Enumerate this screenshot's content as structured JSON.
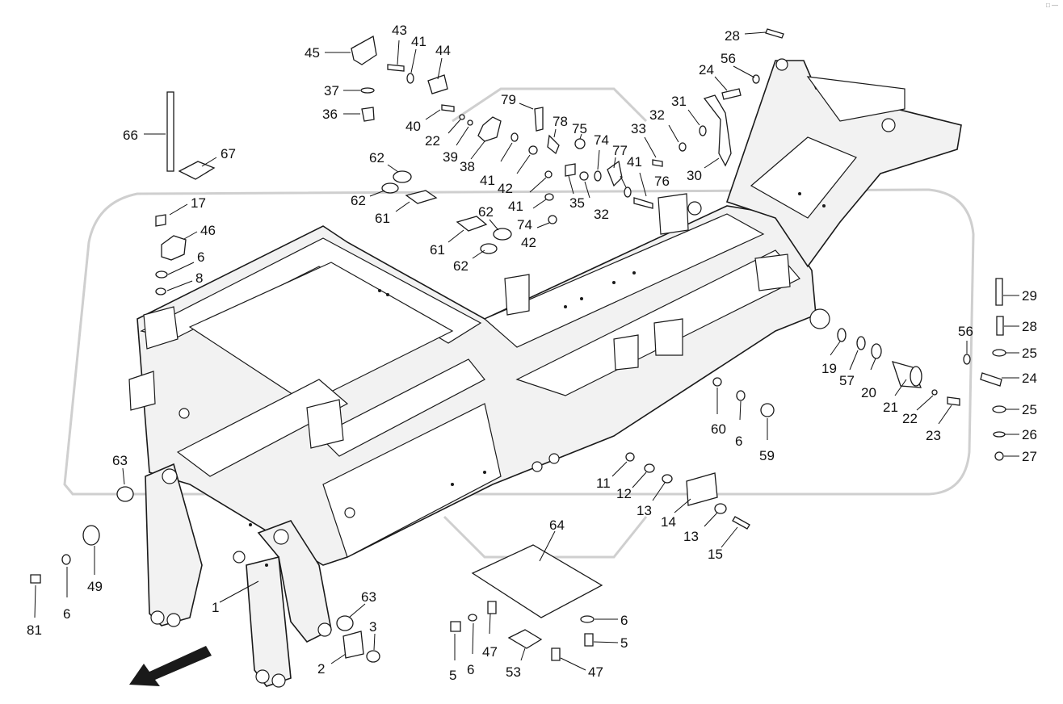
{
  "corner_mark": "□ —",
  "diagram": {
    "callouts": [
      {
        "id": "1",
        "label": "1"
      },
      {
        "id": "2",
        "label": "2"
      },
      {
        "id": "3",
        "label": "3"
      },
      {
        "id": "5a",
        "label": "5"
      },
      {
        "id": "5b",
        "label": "5"
      },
      {
        "id": "6a",
        "label": "6"
      },
      {
        "id": "6b",
        "label": "6"
      },
      {
        "id": "6c",
        "label": "6"
      },
      {
        "id": "6d",
        "label": "6"
      },
      {
        "id": "6e",
        "label": "6"
      },
      {
        "id": "8",
        "label": "8"
      },
      {
        "id": "11",
        "label": "11"
      },
      {
        "id": "12",
        "label": "12"
      },
      {
        "id": "13a",
        "label": "13"
      },
      {
        "id": "13b",
        "label": "13"
      },
      {
        "id": "14",
        "label": "14"
      },
      {
        "id": "15",
        "label": "15"
      },
      {
        "id": "17",
        "label": "17"
      },
      {
        "id": "19",
        "label": "19"
      },
      {
        "id": "20",
        "label": "20"
      },
      {
        "id": "21",
        "label": "21"
      },
      {
        "id": "22a",
        "label": "22"
      },
      {
        "id": "22b",
        "label": "22"
      },
      {
        "id": "23",
        "label": "23"
      },
      {
        "id": "24a",
        "label": "24"
      },
      {
        "id": "24b",
        "label": "24"
      },
      {
        "id": "25a",
        "label": "25"
      },
      {
        "id": "25b",
        "label": "25"
      },
      {
        "id": "26",
        "label": "26"
      },
      {
        "id": "27",
        "label": "27"
      },
      {
        "id": "28a",
        "label": "28"
      },
      {
        "id": "28b",
        "label": "28"
      },
      {
        "id": "29",
        "label": "29"
      },
      {
        "id": "30",
        "label": "30"
      },
      {
        "id": "31",
        "label": "31"
      },
      {
        "id": "32a",
        "label": "32"
      },
      {
        "id": "32b",
        "label": "32"
      },
      {
        "id": "33",
        "label": "33"
      },
      {
        "id": "35",
        "label": "35"
      },
      {
        "id": "36",
        "label": "36"
      },
      {
        "id": "37",
        "label": "37"
      },
      {
        "id": "38",
        "label": "38"
      },
      {
        "id": "39",
        "label": "39"
      },
      {
        "id": "40",
        "label": "40"
      },
      {
        "id": "41a",
        "label": "41"
      },
      {
        "id": "41b",
        "label": "41"
      },
      {
        "id": "41c",
        "label": "41"
      },
      {
        "id": "41d",
        "label": "41"
      },
      {
        "id": "42a",
        "label": "42"
      },
      {
        "id": "42b",
        "label": "42"
      },
      {
        "id": "43",
        "label": "43"
      },
      {
        "id": "44",
        "label": "44"
      },
      {
        "id": "45",
        "label": "45"
      },
      {
        "id": "46",
        "label": "46"
      },
      {
        "id": "47a",
        "label": "47"
      },
      {
        "id": "47b",
        "label": "47"
      },
      {
        "id": "49",
        "label": "49"
      },
      {
        "id": "53",
        "label": "53"
      },
      {
        "id": "56a",
        "label": "56"
      },
      {
        "id": "56b",
        "label": "56"
      },
      {
        "id": "57",
        "label": "57"
      },
      {
        "id": "59",
        "label": "59"
      },
      {
        "id": "60",
        "label": "60"
      },
      {
        "id": "61a",
        "label": "61"
      },
      {
        "id": "61b",
        "label": "61"
      },
      {
        "id": "62a",
        "label": "62"
      },
      {
        "id": "62b",
        "label": "62"
      },
      {
        "id": "62c",
        "label": "62"
      },
      {
        "id": "62d",
        "label": "62"
      },
      {
        "id": "63a",
        "label": "63"
      },
      {
        "id": "63b",
        "label": "63"
      },
      {
        "id": "64",
        "label": "64"
      },
      {
        "id": "66",
        "label": "66"
      },
      {
        "id": "67",
        "label": "67"
      },
      {
        "id": "74a",
        "label": "74"
      },
      {
        "id": "74b",
        "label": "74"
      },
      {
        "id": "75",
        "label": "75"
      },
      {
        "id": "76",
        "label": "76"
      },
      {
        "id": "77",
        "label": "77"
      },
      {
        "id": "78",
        "label": "78"
      },
      {
        "id": "79",
        "label": "79"
      },
      {
        "id": "81",
        "label": "81"
      }
    ]
  }
}
